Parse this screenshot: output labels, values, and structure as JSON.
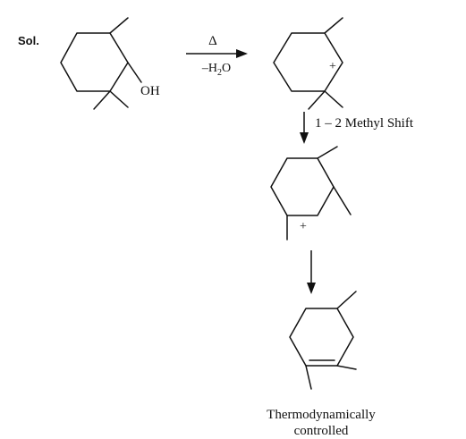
{
  "solution_label": "Sol.",
  "step1": {
    "above_arrow": "Δ",
    "below_arrow_prefix": "–H",
    "below_arrow_subscript": "2",
    "below_arrow_suffix": "O"
  },
  "reactant": {
    "hydroxyl_label": "OH"
  },
  "carbocation_1": {
    "charge": "+"
  },
  "step2": {
    "label": "1 – 2 Methyl Shift"
  },
  "carbocation_2": {
    "charge": "+"
  },
  "product": {
    "caption_line1": "Thermodynamically",
    "caption_line2": "controlled"
  }
}
